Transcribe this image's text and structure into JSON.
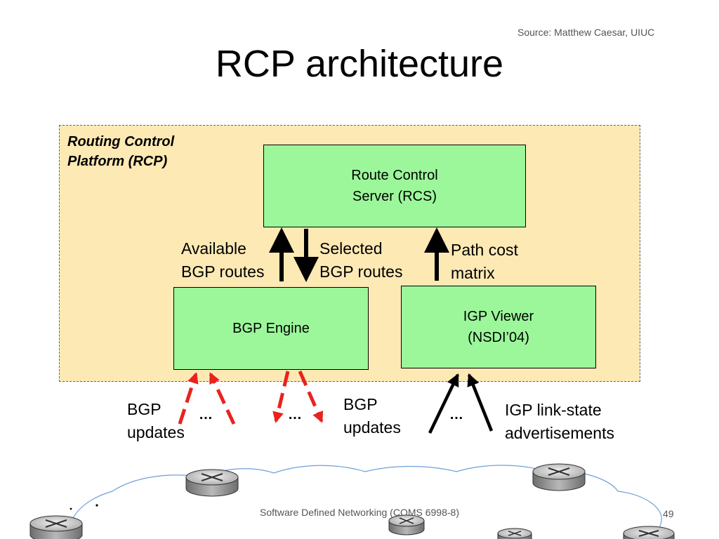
{
  "slide": {
    "source": "Source: Matthew Caesar, UIUC",
    "title": "RCP architecture",
    "footer": "Software Defined Networking (COMS 6998-8)",
    "page_number": "49"
  },
  "platform": {
    "label_line1": "Routing Control",
    "label_line2": "Platform (RCP)"
  },
  "boxes": {
    "rcs_line1": "Route Control",
    "rcs_line2": "Server (RCS)",
    "bgp_engine": "BGP Engine",
    "igp_line1": "IGP Viewer",
    "igp_line2": "(NSDI’04)"
  },
  "labels": {
    "available_line1": "Available",
    "available_line2": "BGP routes",
    "selected_line1": "Selected",
    "selected_line2": "BGP routes",
    "path_cost_line1": "Path cost",
    "path_cost_line2": "matrix",
    "bgp_updates_left_line1": "BGP",
    "bgp_updates_left_line2": "updates",
    "bgp_updates_right_line1": "BGP",
    "bgp_updates_right_line2": "updates",
    "igp_ads_line1": "IGP link-state",
    "igp_ads_line2": "advertisements",
    "ellipsis": "…"
  },
  "colors": {
    "platform_fill": "#fde9b4",
    "box_fill": "#9cf79a",
    "bgp_update_arrows": "#e8231e",
    "igp_arrows": "#000000",
    "cloud_outline": "#6fa0d8"
  }
}
